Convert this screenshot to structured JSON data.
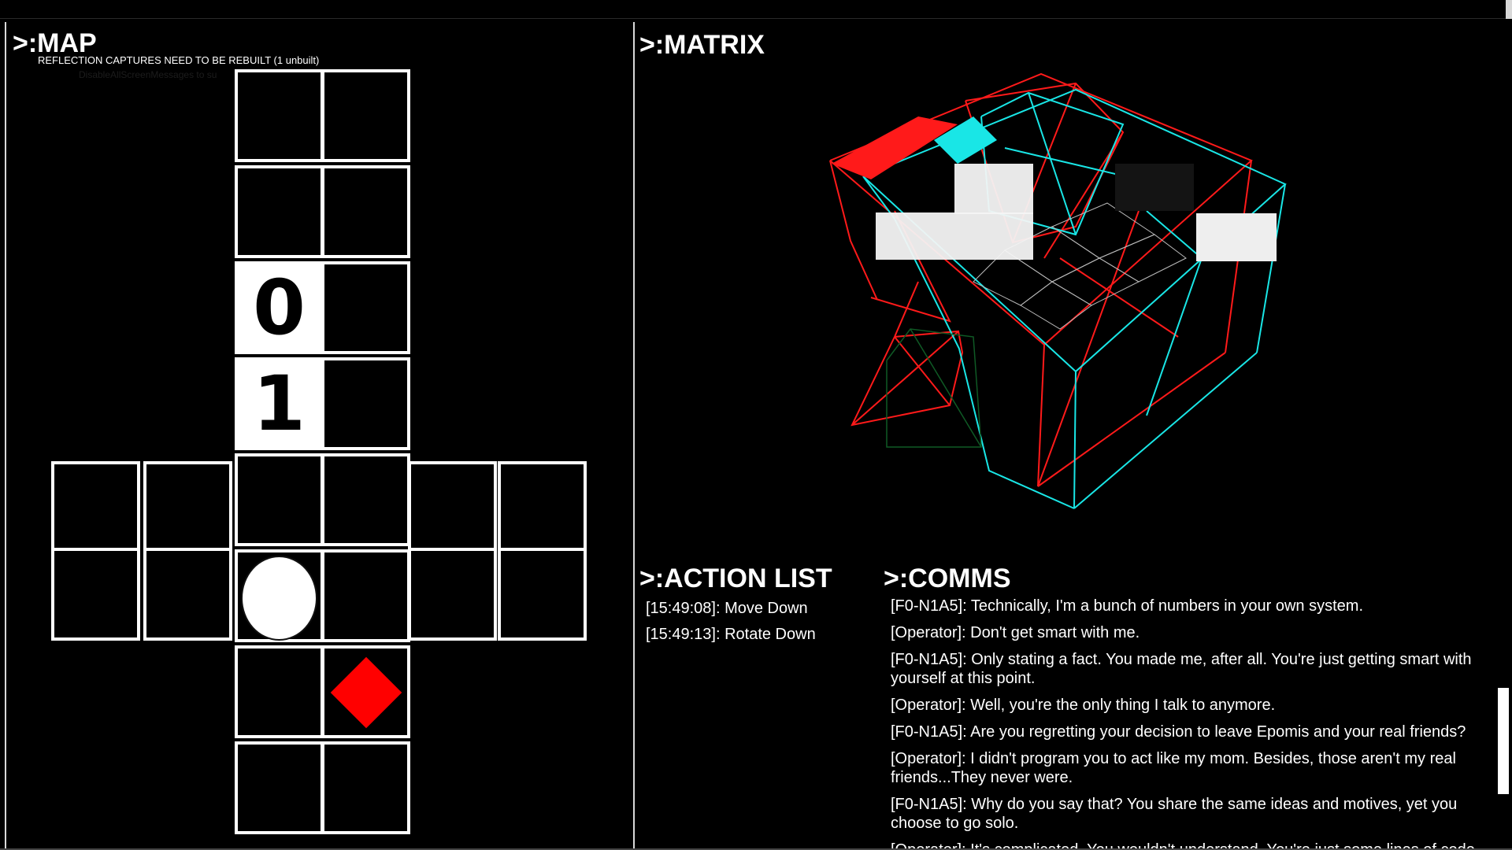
{
  "map": {
    "title": ">:MAP",
    "warning": "REFLECTION CAPTURES NEED TO BE REBUILT (1 unbuilt)",
    "ghost_text": "DisableAllScreenMessages to su",
    "cell_numbers": [
      "0",
      "1"
    ]
  },
  "matrix": {
    "title": ">:MATRIX",
    "colors": {
      "red": "#ff1a1a",
      "cyan": "#19e6e6",
      "green": "#0f5a25"
    }
  },
  "action_list": {
    "title": ">:ACTION LIST",
    "items": [
      "[15:49:08]: Move Down",
      "[15:49:13]: Rotate Down"
    ]
  },
  "comms": {
    "title": ">:COMMS",
    "lines": [
      "[F0-N1A5]: Technically, I'm a bunch of numbers in your own system.",
      "[Operator]: Don't get smart with me.",
      "[F0-N1A5]: Only stating a fact. You made me, after all. You're just getting smart with yourself at this point.",
      "[Operator]: Well, you're the only thing I talk to anymore.",
      "[F0-N1A5]: Are you regretting your decision to leave Epomis and your real friends?",
      "[Operator]: I didn't program you to act like my mom. Besides, those aren't my real friends...They never were.",
      "[F0-N1A5]: Why do you say that? You share the same ideas and motives, yet you choose to go solo.",
      "[Operator]: It's complicated. You wouldn't understand. You're just some lines of code."
    ]
  }
}
